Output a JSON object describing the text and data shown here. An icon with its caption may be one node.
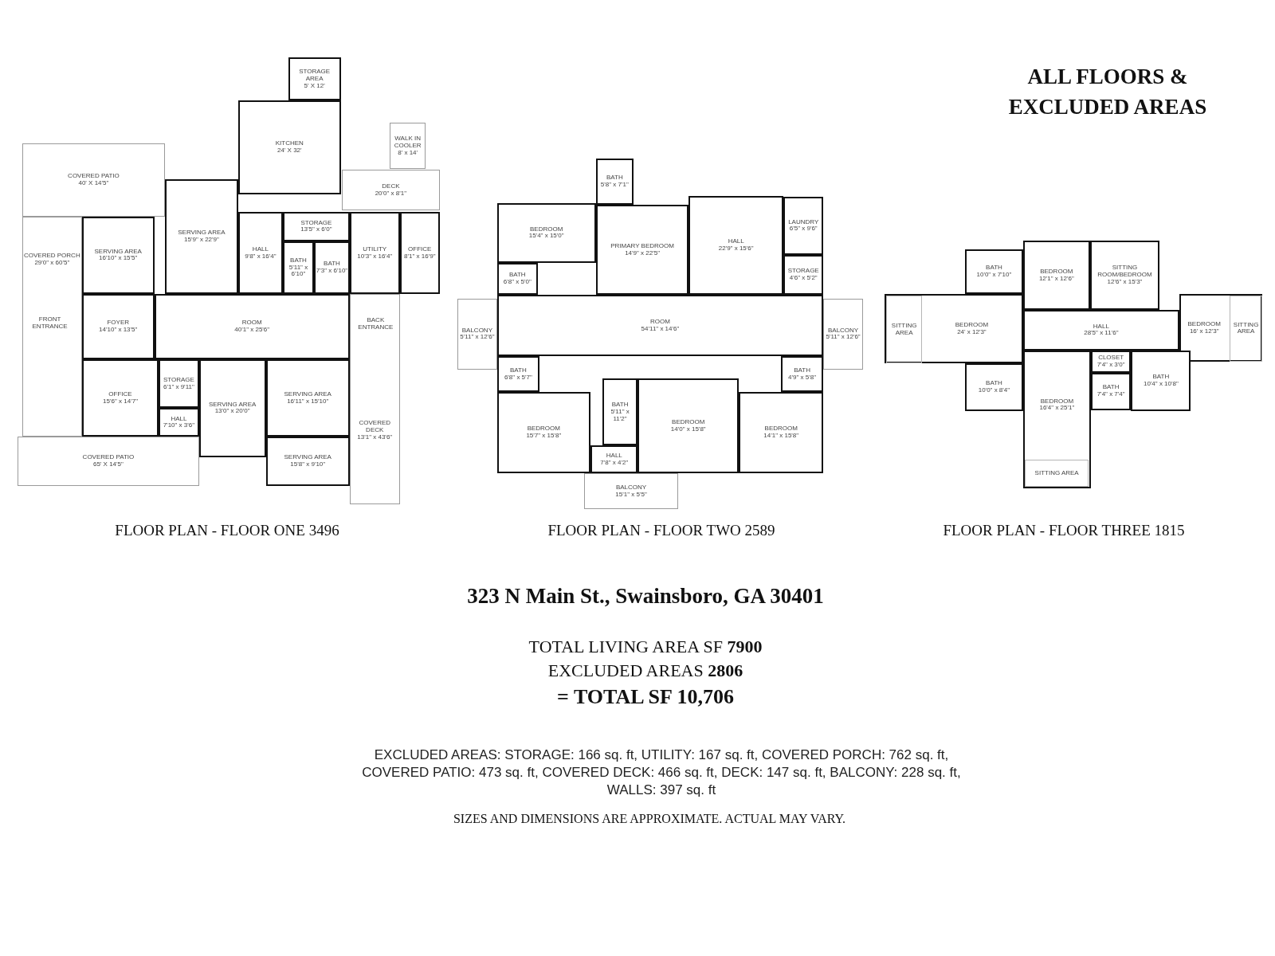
{
  "diagram": {
    "title": "ALL FLOORS & EXCLUDED AREAS",
    "nodes": [
      {
        "text": [
          "STORAGE AREA",
          "5' X 12'"
        ]
      },
      {
        "text": [
          "KITCHEN",
          "24' X 32'"
        ]
      },
      {
        "text": [
          "WALK IN COOLER",
          "8' x 14'"
        ]
      },
      {
        "text": [
          "COVERED PATIO",
          "40' X 14'5\""
        ]
      },
      {
        "text": [
          "DECK",
          "20'0\" x 8'1\""
        ]
      },
      {
        "text": [
          "SERVING AREA",
          "15'9\" x 22'9\""
        ]
      },
      {
        "text": [
          "SERVING AREA",
          "16'10\" x 15'5\""
        ]
      },
      {
        "text": [
          "HALL",
          "9'8\" x 16'4\""
        ]
      },
      {
        "text": [
          "STORAGE",
          "13'5\" x 6'0\""
        ]
      },
      {
        "text": [
          "UTILITY",
          "10'3\" x 16'4\""
        ]
      },
      {
        "text": [
          "OFFICE",
          "8'1\" x 16'9\""
        ]
      },
      {
        "text": [
          "BATH",
          "5'11\" x 6'10\""
        ]
      },
      {
        "text": [
          "BATH",
          "7'3\" x 6'10\""
        ]
      },
      {
        "text": [
          "COVERED PORCH",
          "29'0\" x 60'5\""
        ]
      },
      {
        "text": [
          "FOYER",
          "14'10\" x 13'5\""
        ]
      },
      {
        "text": [
          "ROOM",
          "40'1\" x 25'6\""
        ]
      },
      {
        "text": [
          "COVERED DECK",
          "13'1\" x 43'6\""
        ]
      },
      {
        "text": [
          "OFFICE",
          "15'6\" x 14'7\""
        ]
      },
      {
        "text": [
          "STORAGE",
          "6'1\" x 9'11\""
        ]
      },
      {
        "text": [
          "HALL",
          "7'10\" x 3'6\""
        ]
      },
      {
        "text": [
          "SERVING AREA",
          "13'0\" x 20'0\""
        ]
      },
      {
        "text": [
          "SERVING AREA",
          "16'11\" x 15'10\""
        ]
      },
      {
        "text": [
          "COVERED PATIO",
          "65' X 14'5\""
        ]
      },
      {
        "text": [
          "SERVING AREA",
          "15'8\" x 9'10\""
        ]
      },
      {
        "text": [
          "BATH",
          "5'8\" x 7'1\""
        ]
      },
      {
        "text": [
          "BEDROOM",
          "15'4\" x 15'0\""
        ]
      },
      {
        "text": [
          "PRIMARY BEDROOM",
          "14'9\" x 22'5\""
        ]
      },
      {
        "text": [
          "LAUNDRY",
          "6'5\" x 9'6\""
        ]
      },
      {
        "text": [
          "HALL",
          "22'9\" x 15'6\""
        ]
      },
      {
        "text": [
          "BATH",
          "6'8\" x 5'0\""
        ]
      },
      {
        "text": [
          "STORAGE",
          "4'6\" x 5'2\""
        ]
      },
      {
        "text": [
          "BALCONY",
          "5'11\" x 12'6\""
        ]
      },
      {
        "text": [
          "ROOM",
          "54'11\" x 14'6\""
        ]
      },
      {
        "text": [
          "BALCONY",
          "5'11\" x 12'6\""
        ]
      },
      {
        "text": [
          "BATH",
          "6'8\" x 5'7\""
        ]
      },
      {
        "text": [
          "BATH",
          "4'9\" x 5'8\""
        ]
      },
      {
        "text": [
          "BEDROOM",
          "15'7\" x 15'8\""
        ]
      },
      {
        "text": [
          "BATH",
          "5'11\" x 11'2\""
        ]
      },
      {
        "text": [
          "BEDROOM",
          "14'0\" x 15'8\""
        ]
      },
      {
        "text": [
          "BEDROOM",
          "14'1\" x 15'8\""
        ]
      },
      {
        "text": [
          "HALL",
          "7'8\" x 4'2\""
        ]
      },
      {
        "text": [
          "BALCONY",
          "15'1\" x 5'5\""
        ]
      },
      {
        "text": [
          "BATH",
          "10'0\" x 7'10\""
        ]
      },
      {
        "text": [
          "BEDROOM",
          "12'1\" x 12'6\""
        ]
      },
      {
        "text": [
          "SITTING ROOM/BEDROOM",
          "12'6\" x 15'3\""
        ]
      },
      {
        "text": [
          "BEDROOM",
          "24' x 12'3\""
        ]
      },
      {
        "text": [
          "SITTING AREA"
        ],
        "in": 45
      },
      {
        "text": [
          "HALL",
          "28'5\" x 11'6\""
        ]
      },
      {
        "text": [
          "BEDROOM",
          "16' x 12'3\""
        ]
      },
      {
        "text": [
          "SITTING AREA"
        ],
        "in": 48
      },
      {
        "text": [
          "BATH",
          "10'0\" x 8'4\""
        ]
      },
      {
        "text": [
          "CLOSET",
          "7'4\" x 3'0\""
        ]
      },
      {
        "text": [
          "BATH",
          "7'4\" x 7'4\""
        ]
      },
      {
        "text": [
          "BATH",
          "10'4\" x 10'8\""
        ]
      },
      {
        "text": [
          "BEDROOM",
          "16'4\" x 25'1\""
        ]
      },
      {
        "text": [
          "SITTING AREA"
        ],
        "in": 54
      }
    ],
    "labels": [
      "FRONT ENTRANCE",
      "BACK ENTRANCE",
      "FLOOR PLAN - FLOOR ONE 3496",
      "FLOOR PLAN - FLOOR TWO 2589",
      "FLOOR PLAN - FLOOR THREE 1815",
      "323 N Main St., Swainsboro, GA 30401",
      "TOTAL LIVING AREA SF **7900**",
      "EXCLUDED AREAS **2806**",
      "= TOTAL SF 10,706",
      "EXCLUDED AREAS: STORAGE: 166 sq. ft, UTILITY: 167 sq. ft, COVERED PORCH: 762 sq. ft, COVERED PATIO: 473 sq. ft, COVERED DECK: 466 sq. ft, DECK: 147 sq. ft, BALCONY: 228 sq. ft, WALLS: 397 sq. ft",
      "SIZES AND DIMENSIONS ARE APPROXIMATE. ACTUAL MAY VARY."
    ]
  }
}
